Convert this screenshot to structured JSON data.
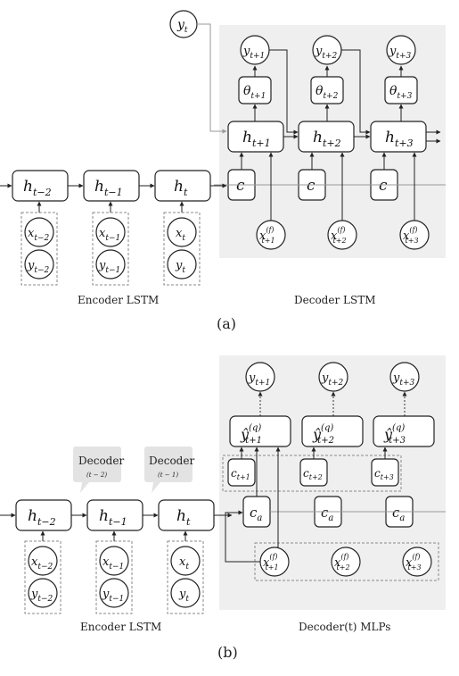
{
  "panel_a": {
    "encoder_nodes": [
      "h",
      "h",
      "h"
    ],
    "encoder_node_subs": [
      "t−2",
      "t−1",
      "t"
    ],
    "input_x_subs": [
      "t−2",
      "t−1",
      "t"
    ],
    "input_y_subs": [
      "t−2",
      "t−1",
      "t"
    ],
    "yt_sub": "t",
    "decoder_h_subs": [
      "t+1",
      "t+2",
      "t+3"
    ],
    "theta_subs": [
      "t+1",
      "t+2",
      "t+3"
    ],
    "y_out_subs": [
      "t+1",
      "t+2",
      "t+3"
    ],
    "context_label": "c",
    "xf_subs": [
      "t+1",
      "t+2",
      "t+3"
    ],
    "xf_sup": "(f)",
    "encoder_caption": "Encoder LSTM",
    "decoder_caption": "Decoder LSTM",
    "label": "(a)"
  },
  "panel_b": {
    "encoder_node_subs": [
      "t−2",
      "t−1",
      "t"
    ],
    "input_x_subs": [
      "t−2",
      "t−1",
      "t"
    ],
    "input_y_subs": [
      "t−2",
      "t−1",
      "t"
    ],
    "callouts": [
      {
        "title": "Decoder",
        "sub": "(t − 2)"
      },
      {
        "title": "Decoder",
        "sub": "(t − 1)"
      }
    ],
    "y_out_subs": [
      "t+1",
      "t+2",
      "t+3"
    ],
    "yhat_subs": [
      "t+1",
      "t+2",
      "t+3"
    ],
    "yhat_sup": "(q)",
    "c_subs": [
      "t+1",
      "t+2",
      "t+3"
    ],
    "ca_label": "c",
    "ca_sub": "a",
    "xf_subs": [
      "t+1",
      "t+2",
      "t+3"
    ],
    "xf_sup": "(f)",
    "encoder_caption": "Encoder LSTM",
    "decoder_caption": "Decoder(t) MLPs",
    "label": "(b)"
  }
}
